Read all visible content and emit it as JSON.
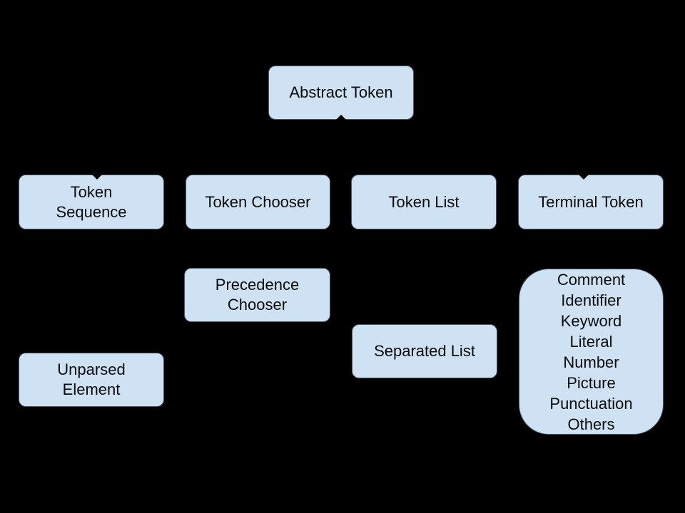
{
  "theme": {
    "bg": "#000000",
    "fill": "#cfe2f3",
    "border": "#4a5866",
    "text": "#0b0b0b"
  },
  "diagram": {
    "type": "hierarchy",
    "nodes": {
      "abstract_token": {
        "lines": [
          "Abstract Token"
        ]
      },
      "token_sequence": {
        "lines": [
          "Token",
          "Sequence"
        ]
      },
      "token_chooser": {
        "lines": [
          "Token Chooser"
        ]
      },
      "token_list": {
        "lines": [
          "Token List"
        ]
      },
      "terminal_token": {
        "lines": [
          "Terminal Token"
        ]
      },
      "precedence_chooser": {
        "lines": [
          "Precedence",
          "Chooser"
        ]
      },
      "separated_list": {
        "lines": [
          "Separated List"
        ]
      },
      "unparsed_element": {
        "lines": [
          "Unparsed",
          "Element"
        ]
      },
      "terminal_kinds": {
        "lines": [
          "Comment",
          "Identifier",
          "Keyword",
          "Literal",
          "Number",
          "Picture",
          "Punctuation",
          "Others"
        ]
      }
    }
  }
}
